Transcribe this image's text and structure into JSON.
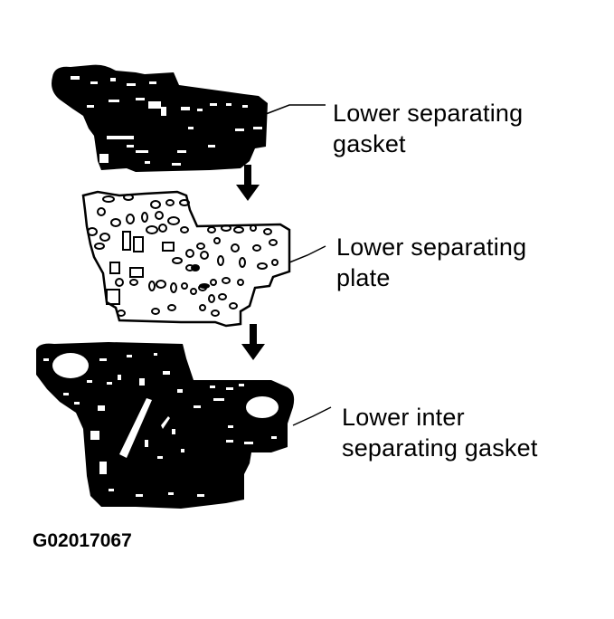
{
  "diagram": {
    "parts": [
      {
        "id": "lower-separating-gasket",
        "label_line1": "Lower separating",
        "label_line2": "gasket"
      },
      {
        "id": "lower-separating-plate",
        "label_line1": "Lower separating",
        "label_line2": "plate"
      },
      {
        "id": "lower-inter-separating-gasket",
        "label_line1": "Lower inter",
        "label_line2": "separating gasket"
      }
    ],
    "figure_id": "G02017067",
    "colors": {
      "ink": "#000000",
      "paper": "#ffffff"
    }
  }
}
